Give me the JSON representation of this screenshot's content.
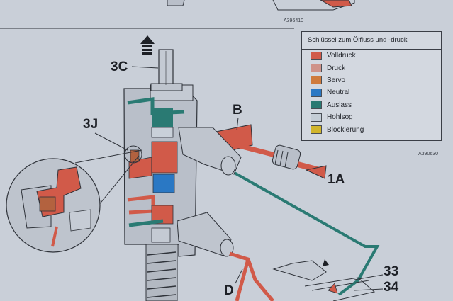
{
  "ref_ids": {
    "top": "A396410",
    "legend": "A390630"
  },
  "labels": {
    "c3": "3C",
    "j3": "3J",
    "b": "B",
    "a1": "1A",
    "d": "D",
    "n33": "33",
    "n34": "34"
  },
  "legend": {
    "title": "Schlüssel zum Ölfluss und -druck",
    "items": [
      {
        "label": "Volldruck",
        "color": "#d15a49"
      },
      {
        "label": "Druck",
        "color": "#cf938a"
      },
      {
        "label": "Servo",
        "color": "#cf7b3d"
      },
      {
        "label": "Neutral",
        "color": "#2a78c4"
      },
      {
        "label": "Auslass",
        "color": "#2a7a73"
      },
      {
        "label": "Hohlsog",
        "color": "#c4cdd6"
      },
      {
        "label": "Blockierung",
        "color": "#d1b52c"
      }
    ]
  },
  "colors": {
    "full_pressure": "#d15a49",
    "neutral": "#2a78c4",
    "exhaust": "#2a7a73",
    "body": "#b9bfc9",
    "line": "#2f333a"
  }
}
